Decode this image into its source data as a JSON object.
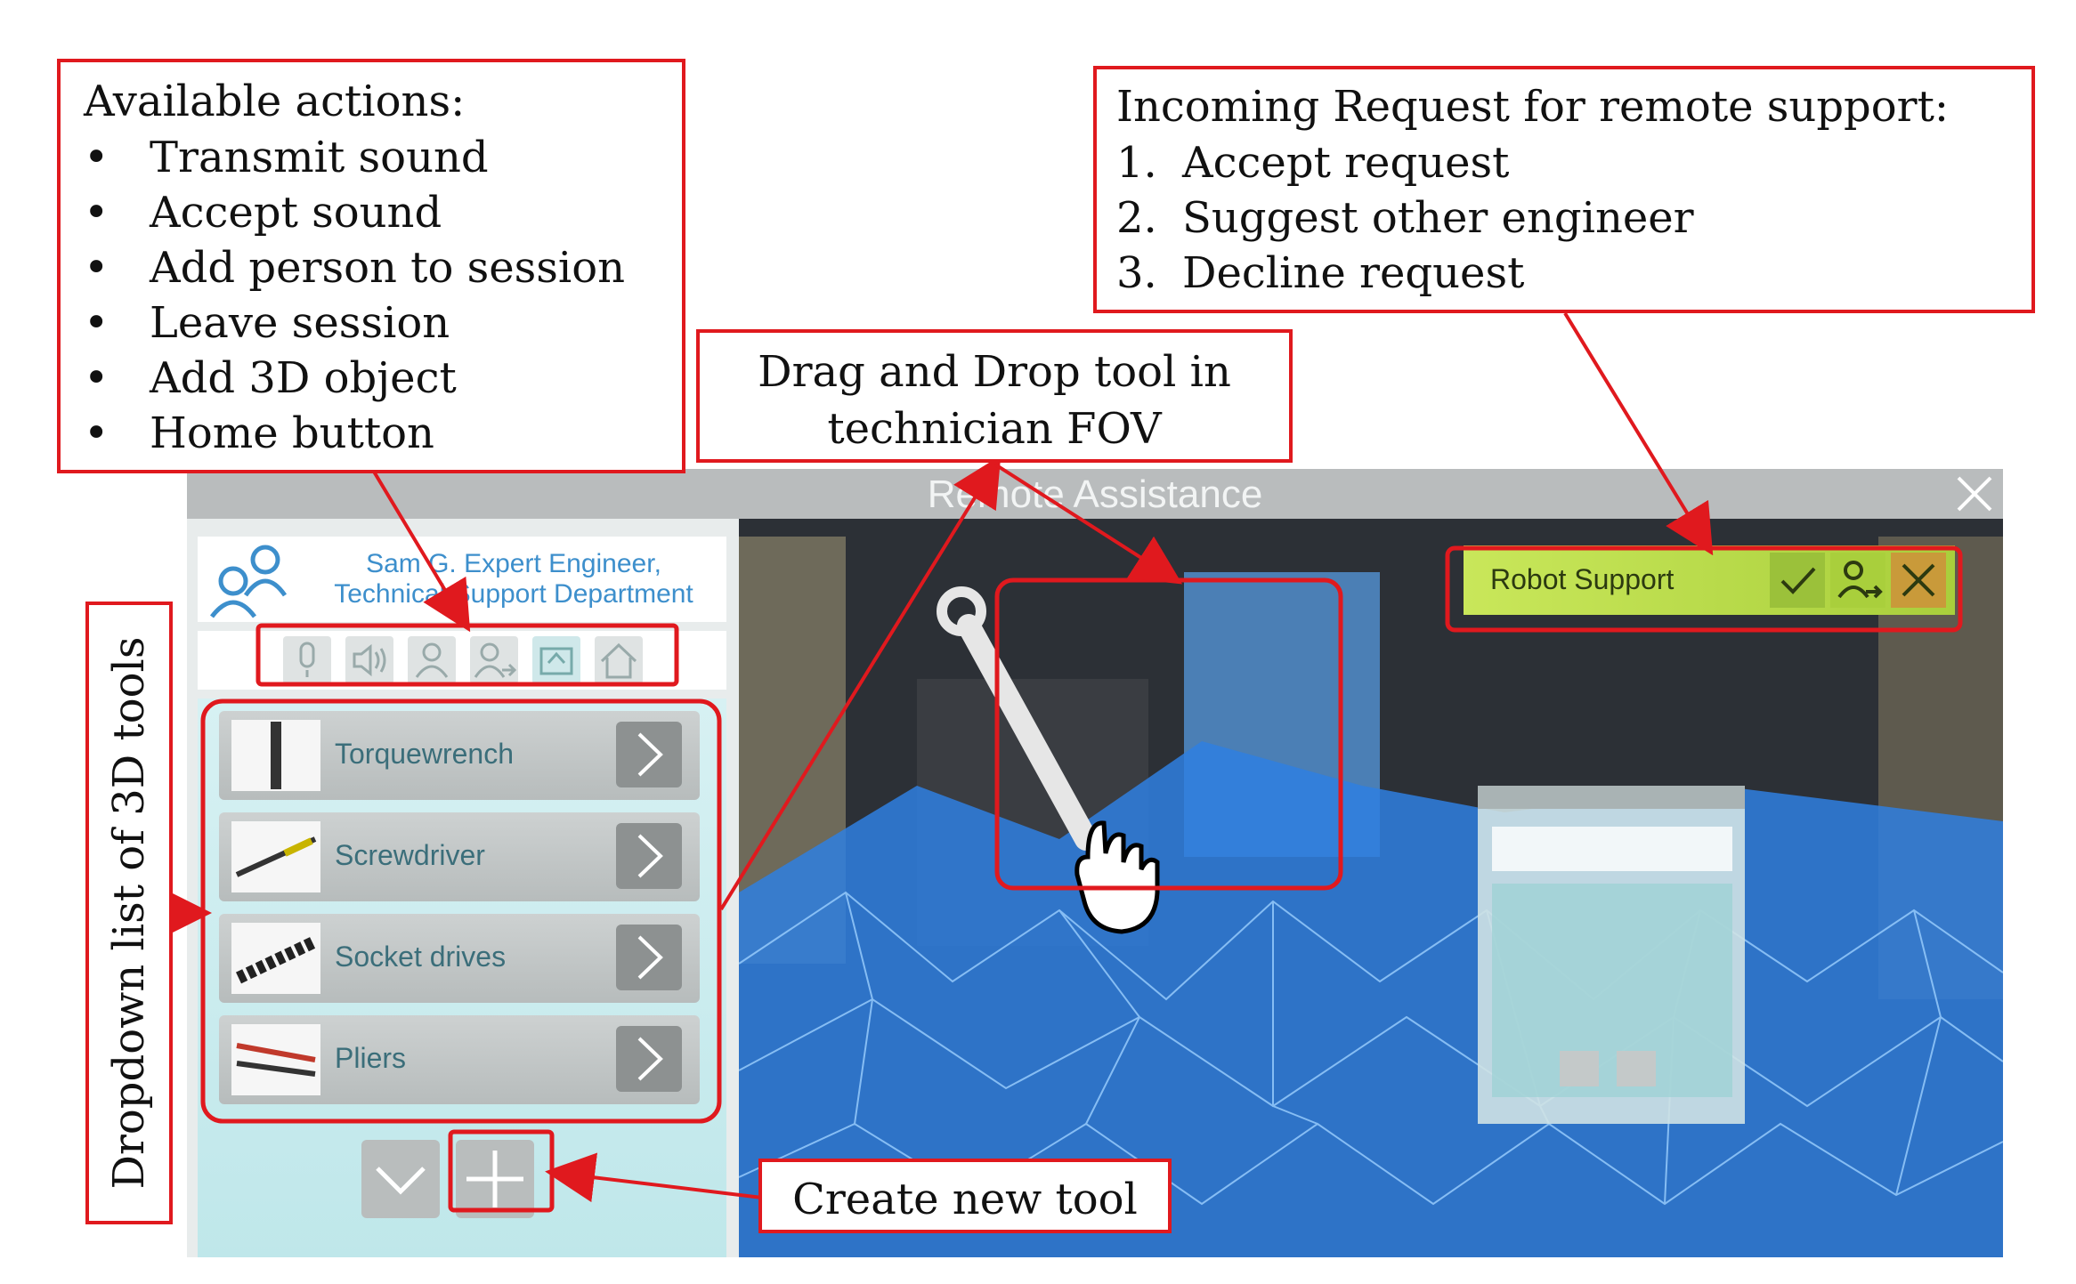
{
  "callouts": {
    "actions": {
      "title": "Available actions:",
      "items": [
        "Transmit sound",
        "Accept sound",
        "Add person to session",
        "Leave session",
        "Add 3D object",
        "Home button"
      ]
    },
    "incoming": {
      "title": "Incoming Request for remote support:",
      "items": [
        "Accept request",
        "Suggest other engineer",
        "Decline request"
      ]
    },
    "drag_line1": "Drag and Drop tool in",
    "drag_line2": "technician FOV",
    "create": "Create new tool",
    "dropdown": "Dropdown list of 3D tools"
  },
  "window": {
    "title": "Remote Assistance",
    "user_line1": "Sam G. Expert Engineer,",
    "user_line2": "Technical Support Department",
    "tools": [
      {
        "label": "Torquewrench"
      },
      {
        "label": "Screwdriver"
      },
      {
        "label": "Socket drives"
      },
      {
        "label": "Pliers"
      }
    ],
    "request_label": "Robot Support"
  },
  "colors": {
    "callout_red": "#e0191e",
    "accent_blue": "#3d8fcc",
    "mesh_blue": "#2f7fe0",
    "request_green": "#b9db47"
  }
}
